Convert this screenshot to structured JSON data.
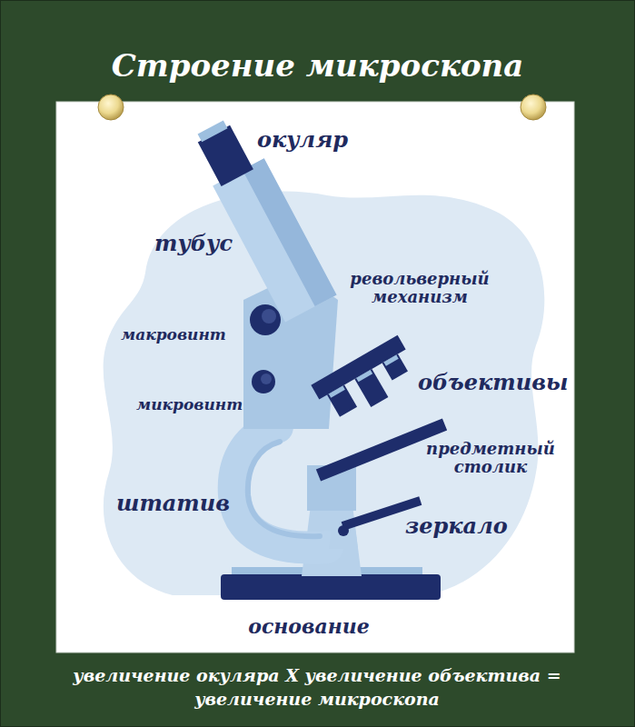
{
  "diagram": {
    "title": "Строение микроскопа",
    "caption": "увеличение окуляра Х увеличение объектива = увеличение микроскопа",
    "labels": [
      "окуляр",
      "тубус",
      "револьверный механизм",
      "макровинт",
      "объективы",
      "микровинт",
      "предметный столик",
      "штатив",
      "зеркало",
      "основание"
    ]
  }
}
